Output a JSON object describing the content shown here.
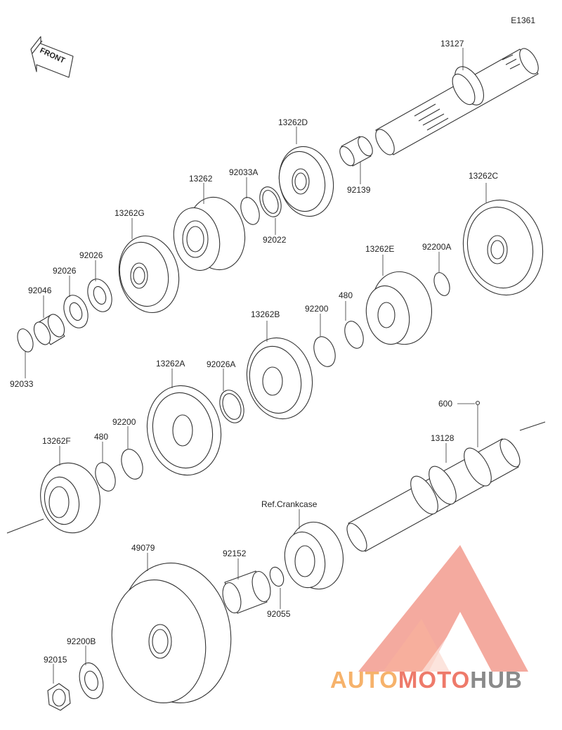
{
  "diagram_code": "E1361",
  "front_label": "FRONT",
  "ref_label": "Ref.Crankcase",
  "parts": [
    {
      "id": "13127"
    },
    {
      "id": "13262D"
    },
    {
      "id": "92139"
    },
    {
      "id": "92033A"
    },
    {
      "id": "92022"
    },
    {
      "id": "13262"
    },
    {
      "id": "13262G"
    },
    {
      "id": "92026"
    },
    {
      "id": "92026"
    },
    {
      "id": "92046"
    },
    {
      "id": "92033"
    },
    {
      "id": "13262C"
    },
    {
      "id": "13262E"
    },
    {
      "id": "92200A"
    },
    {
      "id": "480"
    },
    {
      "id": "92200"
    },
    {
      "id": "13262B"
    },
    {
      "id": "13262A"
    },
    {
      "id": "92026A"
    },
    {
      "id": "600"
    },
    {
      "id": "13128"
    },
    {
      "id": "13262F"
    },
    {
      "id": "480"
    },
    {
      "id": "92200"
    },
    {
      "id": "49079"
    },
    {
      "id": "92152"
    },
    {
      "id": "92055"
    },
    {
      "id": "92200B"
    },
    {
      "id": "92015"
    }
  ],
  "watermark": {
    "part1": "AUTO",
    "part2": "MOTO",
    "part3": "HUB"
  },
  "colors": {
    "line": "#333333",
    "watermark_red": "#ee7a6a",
    "watermark_orange": "#f6b26b",
    "watermark_gray": "#8a8a8a"
  }
}
